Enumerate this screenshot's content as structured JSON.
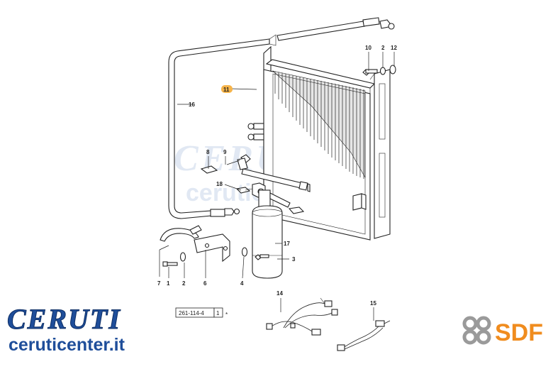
{
  "callouts": {
    "c1": "1",
    "c2a": "2",
    "c2b": "2",
    "c3": "3",
    "c4": "4",
    "c6": "6",
    "c7": "7",
    "c8": "8",
    "c9": "9",
    "c10": "10",
    "c11": "11",
    "c12": "12",
    "c14": "14",
    "c15": "15",
    "c16": "16",
    "c17": "17",
    "c18": "18"
  },
  "reference": {
    "code": "261-114-4",
    "sheet": "1",
    "mark": "*"
  },
  "brand": {
    "name": "CERUTI",
    "url": "ceruticenter.it",
    "maker": "SDF"
  },
  "watermark": {
    "name": "CERUTI",
    "url": "ceruticenter.it"
  },
  "colors": {
    "brand_blue": "#1f4e9a",
    "sdf_orange": "#f08c1e",
    "highlight": "#f6b44a",
    "watermark": "#c9d7ea"
  }
}
